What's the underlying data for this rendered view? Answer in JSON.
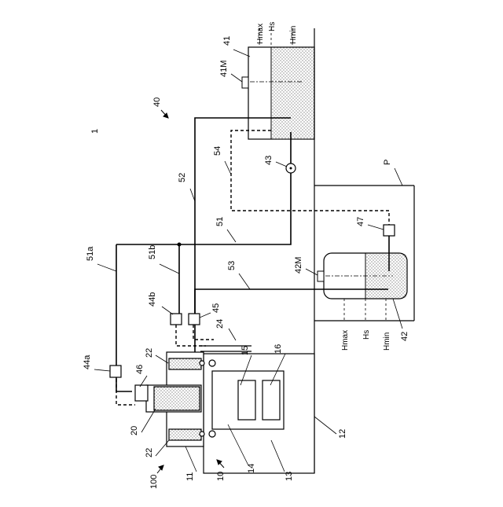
{
  "labels": {
    "fig": "1",
    "system": "40",
    "tank": "41",
    "tank_motor": "41M",
    "pump": "43",
    "line52": "52",
    "line54": "54",
    "line51": "51",
    "line51a": "51a",
    "line51b": "51b",
    "line53": "53",
    "sensor47": "47",
    "pit": "P",
    "tank2_motor": "42M",
    "tank2": "42",
    "valve44b": "44b",
    "valve45": "45",
    "valve44a": "44a",
    "part24": "24",
    "part22_top": "22",
    "part22_bottom": "22",
    "part46": "46",
    "part15": "15",
    "part16": "16",
    "part12": "12",
    "part20": "20",
    "part14": "14",
    "part13": "13",
    "part11": "11",
    "machine100": "100",
    "machine10": "10"
  },
  "levels_top": {
    "hmax": "Hmax",
    "hs": "Hs",
    "hmin": "Hmin"
  },
  "levels_bottom": {
    "hmax": "Hmax",
    "hs": "Hs",
    "hmin": "Hmin"
  }
}
